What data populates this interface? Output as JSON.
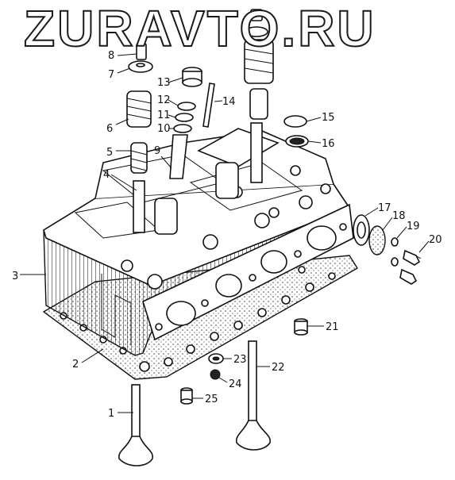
{
  "watermark": "ZURAVTO.RU",
  "parts": [
    {
      "number": "1"
    },
    {
      "number": "2"
    },
    {
      "number": "3"
    },
    {
      "number": "4"
    },
    {
      "number": "5"
    },
    {
      "number": "6"
    },
    {
      "number": "7"
    },
    {
      "number": "8"
    },
    {
      "number": "9"
    },
    {
      "number": "10"
    },
    {
      "number": "11"
    },
    {
      "number": "12"
    },
    {
      "number": "13"
    },
    {
      "number": "14"
    },
    {
      "number": "15"
    },
    {
      "number": "16"
    },
    {
      "number": "17"
    },
    {
      "number": "18"
    },
    {
      "number": "19"
    },
    {
      "number": "20"
    },
    {
      "number": "21"
    },
    {
      "number": "22"
    },
    {
      "number": "23"
    },
    {
      "number": "24"
    },
    {
      "number": "25"
    }
  ]
}
